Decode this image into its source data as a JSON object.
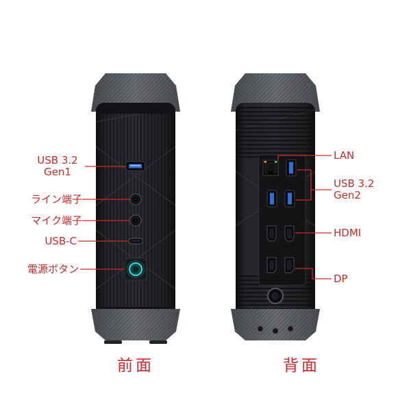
{
  "diagram": {
    "type": "mini-pc-port-callout-diagram",
    "background": "#ffffff"
  },
  "colors": {
    "label_red": "#cb2a2a",
    "usb_blue": "#2e6fd8",
    "power_ring_teal": "#3fd6d9",
    "chassis_black": "#1d1e20",
    "cap_gray": "#6e7176"
  },
  "front": {
    "caption": "前面",
    "labels": {
      "usb_gen1_line1": "USB 3.2",
      "usb_gen1_line2": "Gen1",
      "line_jack": "ライン端子",
      "mic_jack": "マイク端子",
      "usb_c": "USB-C",
      "power_button": "電源ボタン"
    },
    "ports": [
      "usb-a-3.2-gen1",
      "line-out-jack",
      "mic-jack",
      "usb-c",
      "power-button"
    ]
  },
  "back": {
    "caption": "背面",
    "labels": {
      "lan": "LAN",
      "usb_gen2_line1": "USB 3.2",
      "usb_gen2_line2": "Gen2",
      "hdmi": "HDMI",
      "dp": "DP"
    },
    "ports": [
      "lan-rj45",
      "usb-a-3.2-gen2",
      "usb-a-3.2-gen2",
      "usb-a-3.2-gen2",
      "hdmi",
      "hdmi",
      "displayport",
      "displayport",
      "power-inlet"
    ]
  }
}
